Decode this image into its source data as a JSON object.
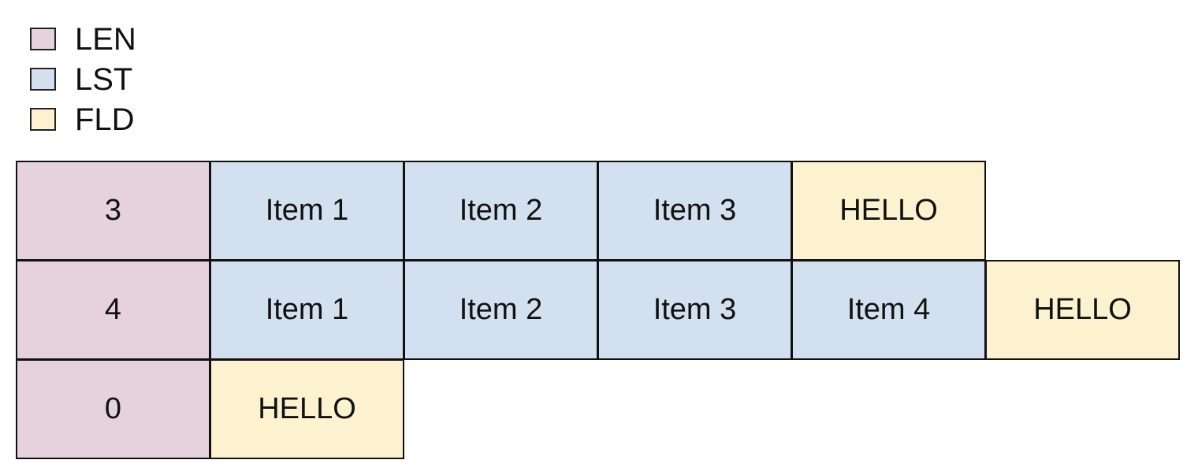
{
  "colors": {
    "LEN": "#e6d2dd",
    "LST": "#d3e0f0",
    "FLD": "#fdf2d0"
  },
  "legend": [
    {
      "label": "LEN",
      "type": "LEN"
    },
    {
      "label": "LST",
      "type": "LST"
    },
    {
      "label": "FLD",
      "type": "FLD"
    }
  ],
  "rows": [
    {
      "cells": [
        {
          "text": "3",
          "type": "LEN"
        },
        {
          "text": "Item 1",
          "type": "LST"
        },
        {
          "text": "Item 2",
          "type": "LST"
        },
        {
          "text": "Item 3",
          "type": "LST"
        },
        {
          "text": "HELLO",
          "type": "FLD"
        }
      ]
    },
    {
      "cells": [
        {
          "text": "4",
          "type": "LEN"
        },
        {
          "text": "Item 1",
          "type": "LST"
        },
        {
          "text": "Item 2",
          "type": "LST"
        },
        {
          "text": "Item 3",
          "type": "LST"
        },
        {
          "text": "Item 4",
          "type": "LST"
        },
        {
          "text": "HELLO",
          "type": "FLD"
        }
      ]
    },
    {
      "cells": [
        {
          "text": "0",
          "type": "LEN"
        },
        {
          "text": "HELLO",
          "type": "FLD"
        }
      ]
    }
  ]
}
